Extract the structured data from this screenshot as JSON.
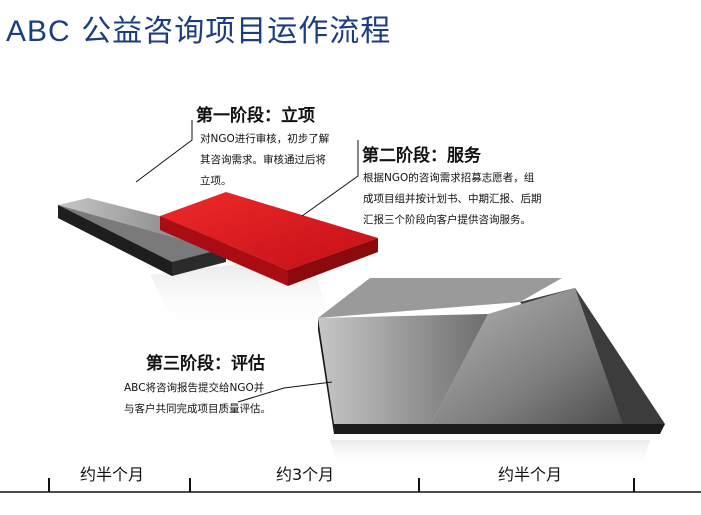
{
  "title": {
    "latin": "ABC",
    "rest": "公益咨询项目运作流程"
  },
  "stages": [
    {
      "heading": "第一阶段：立项",
      "lines": [
        "对NGO进行审核，初步了解",
        "其咨询需求。审核通过后将",
        "立项。"
      ]
    },
    {
      "heading": "第二阶段：服务",
      "lines": [
        "根据NGO的咨询需求招募志愿者，组",
        "成项目组并按计划书、中期汇报、后期",
        "汇报三个阶段向客户提供咨询服务。"
      ]
    },
    {
      "heading": "第三阶段：评估",
      "lines": [
        "ABC将咨询报告提交给NGO并",
        "与客户共同完成项目质量评估。"
      ]
    }
  ],
  "timeline": {
    "segments": [
      "约半个月",
      "约3个月",
      "约半个月"
    ]
  },
  "colors": {
    "title": "#1b3d82",
    "active_stage": "#d7151e",
    "arrow_gray": "#8c8c8c"
  }
}
